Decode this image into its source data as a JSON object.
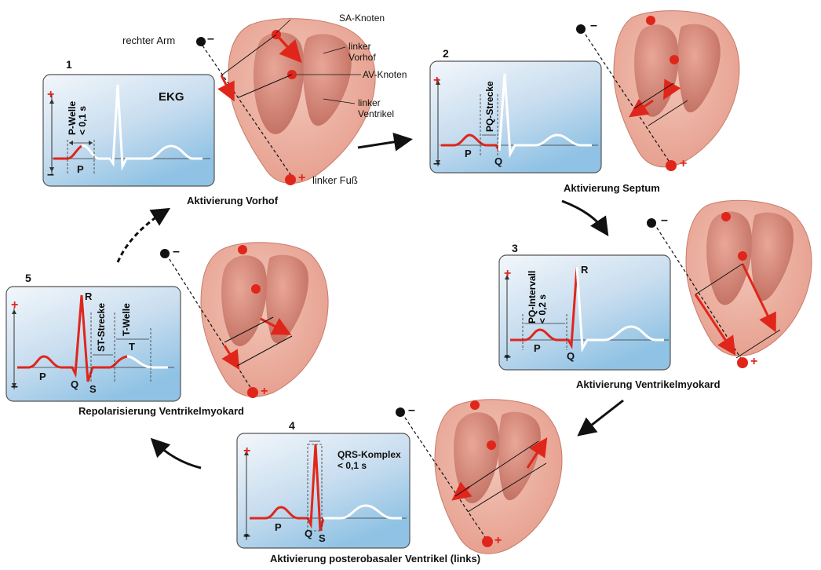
{
  "annotations": {
    "sa_knoten": "SA-Knoten",
    "linker_vorhof": "linker\nVorhof",
    "av_knoten": "AV-Knoten",
    "linker_ventrikel": "linker\nVentrikel",
    "rechter_arm": "rechter Arm",
    "linker_fuss": "linker Fuß"
  },
  "panels": [
    {
      "number": "1",
      "caption": "Aktivierung Vorhof",
      "ekg_label": "EKG",
      "interval_label": "P-Welle\n< 0,1 s",
      "waves": [
        "P"
      ]
    },
    {
      "number": "2",
      "caption": "Aktivierung Septum",
      "interval_label": "PQ-Strecke",
      "waves": [
        "P",
        "Q"
      ]
    },
    {
      "number": "3",
      "caption": "Aktivierung Ventrikelmyokard",
      "interval_label": "PQ-Intervall\n< 0,2 s",
      "waves": [
        "P",
        "Q",
        "R"
      ]
    },
    {
      "number": "4",
      "caption": "Aktivierung posterobasaler Ventrikel (links)",
      "interval_label": "QRS-Komplex\n< 0,1 s",
      "waves": [
        "P",
        "Q",
        "S"
      ]
    },
    {
      "number": "5",
      "caption": "Repolarisierung Ventrikelmyokard",
      "interval_label_1": "ST-Strecke",
      "interval_label_2": "T-Welle",
      "waves": [
        "P",
        "Q",
        "R",
        "S",
        "T"
      ]
    }
  ],
  "signs": {
    "plus": "+",
    "minus": "–"
  },
  "colors": {
    "accent": "#e0261b",
    "panel_top": "#eef4fa",
    "panel_bottom": "#9cc8e6",
    "heart": "#d88579"
  }
}
